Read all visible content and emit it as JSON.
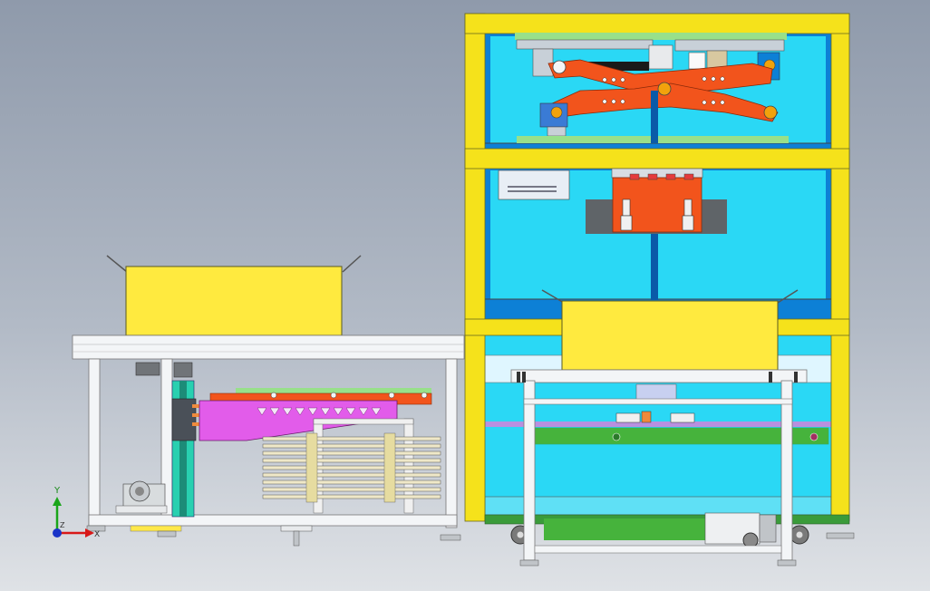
{
  "colors": {
    "frame_yellow": "#f5e21b",
    "panel_cyan": "#2ad8f5",
    "panel_blue": "#0d80d6",
    "box_yellow": "#ffea3f",
    "orange": "#f2541c",
    "magenta": "#e25cea",
    "green": "#46b33c",
    "light_green": "#98e08a",
    "frame_white": "#f3f5f7",
    "gray": "#a0a4aa",
    "teal": "#28d0b0",
    "lilac": "#b890e0"
  },
  "triad": {
    "y_label": "Y",
    "x_label": "X",
    "z_label": "Z"
  }
}
